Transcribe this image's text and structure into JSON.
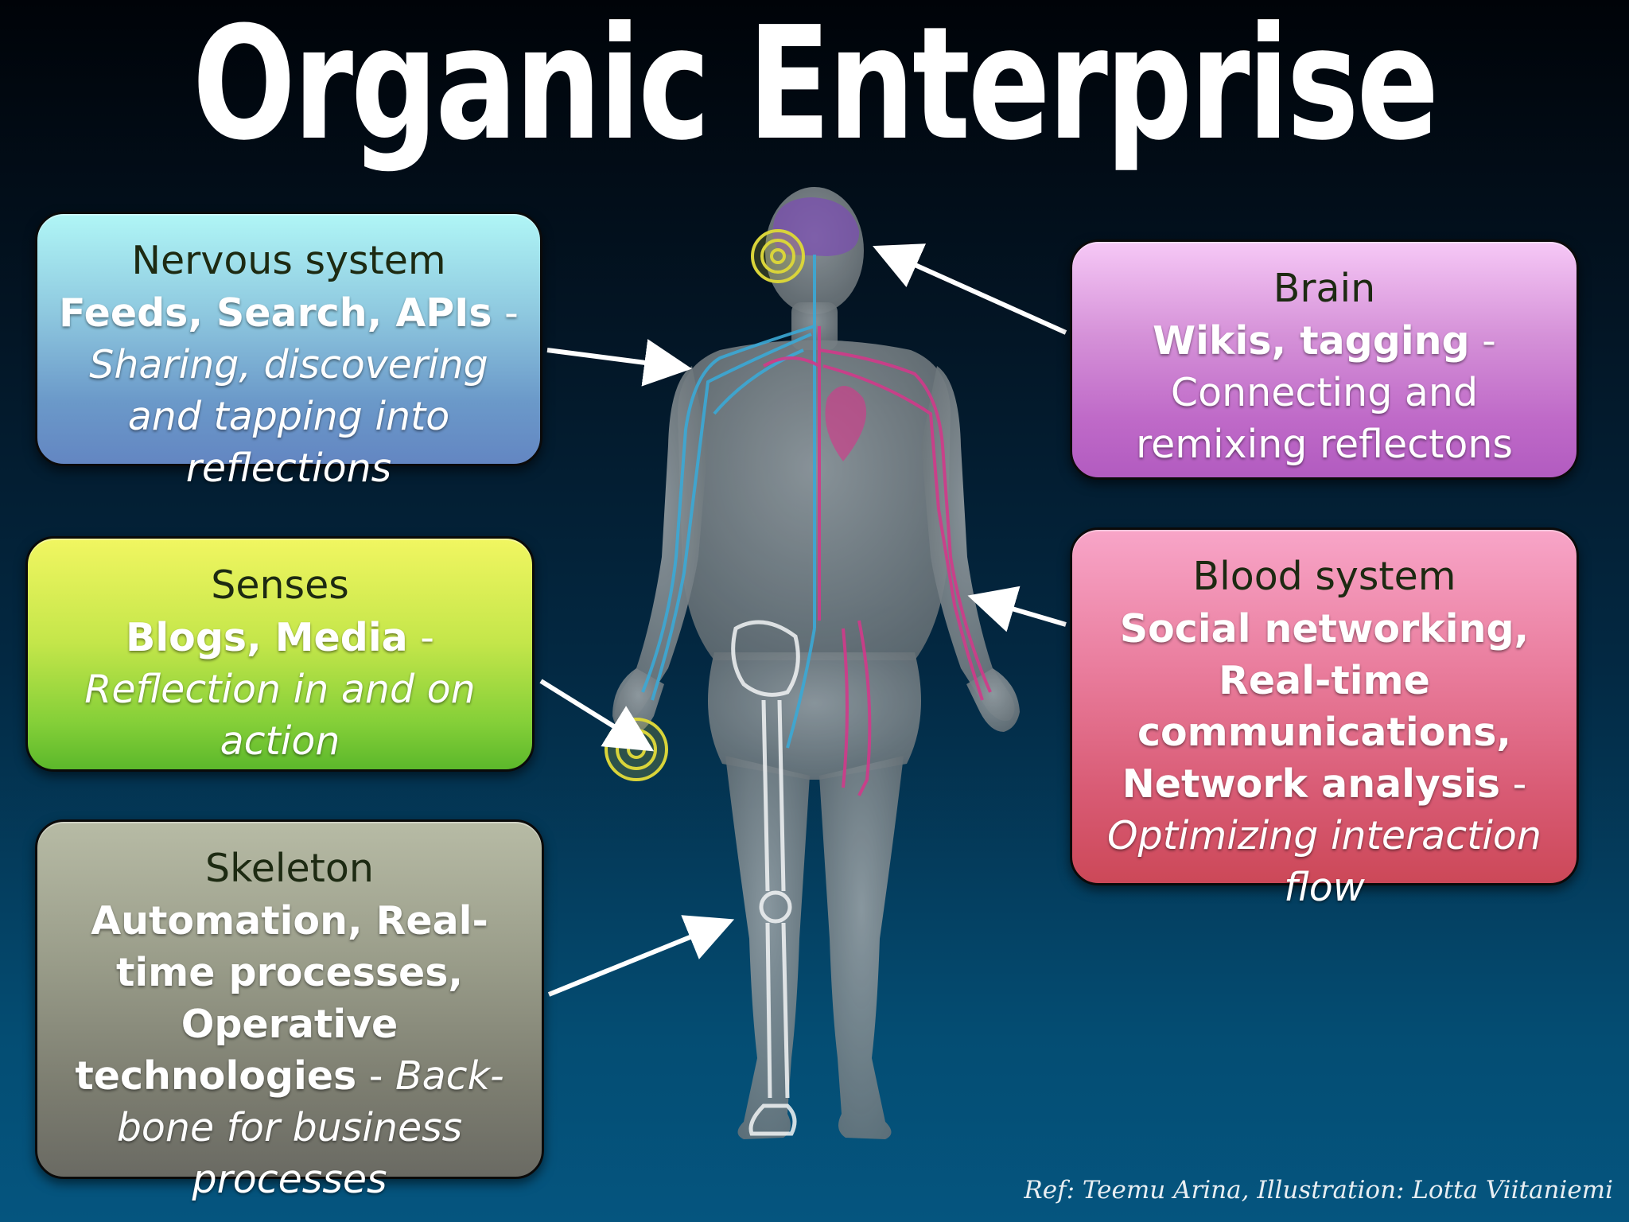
{
  "title": "Organic Enterprise",
  "boxes": {
    "nervous": {
      "heading": "Nervous system",
      "bold": "Feeds, Search, APIs",
      "sep": " - ",
      "italic": "Sharing, discovering and tapping into reflections"
    },
    "brain": {
      "heading": "Brain",
      "bold": "Wikis, tagging",
      "sep": " - ",
      "plain": "Connecting and remixing reflectons"
    },
    "senses": {
      "heading": "Senses",
      "bold": "Blogs, Media",
      "sep": " - ",
      "italic": "Reflection in and on action"
    },
    "blood": {
      "heading": "Blood system",
      "bold": "Social networking, Real-time communications, Network analysis",
      "sep": " - ",
      "italic": "Optimizing interaction flow"
    },
    "skeleton": {
      "heading": "Skeleton",
      "bold": "Automation, Real-time processes, Operative technologies",
      "sep": " - ",
      "italic": "Back-bone for business processes"
    }
  },
  "credit": "Ref: Teemu Arina, Illustration: Lotta Viitaniemi",
  "colors": {
    "nerve": "#3ba9d6",
    "blood": "#d13a8a",
    "brain": "#7b4fb0",
    "target": "#d9d43a",
    "body": "#8a9296",
    "arrow": "#ffffff"
  }
}
